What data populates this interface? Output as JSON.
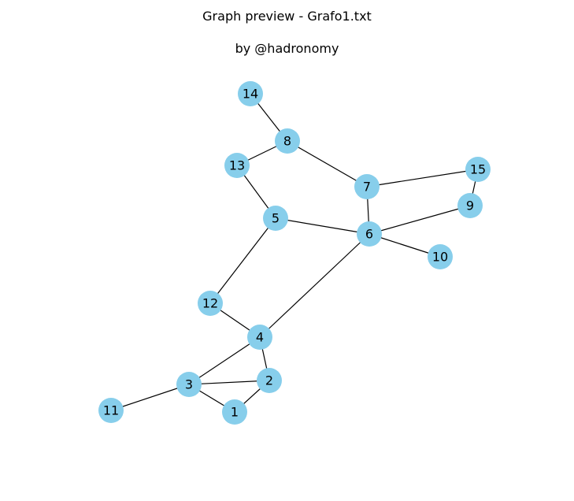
{
  "title": "Graph preview - Grafo1.txt",
  "subtitle": "by @hadronomy",
  "colors": {
    "node_fill": "#87CEEB",
    "edge": "#000000",
    "label": "#000000",
    "background": "#ffffff"
  },
  "nodes": [
    {
      "id": "1",
      "label": "1"
    },
    {
      "id": "2",
      "label": "2"
    },
    {
      "id": "3",
      "label": "3"
    },
    {
      "id": "4",
      "label": "4"
    },
    {
      "id": "5",
      "label": "5"
    },
    {
      "id": "6",
      "label": "6"
    },
    {
      "id": "7",
      "label": "7"
    },
    {
      "id": "8",
      "label": "8"
    },
    {
      "id": "9",
      "label": "9"
    },
    {
      "id": "10",
      "label": "10"
    },
    {
      "id": "11",
      "label": "11"
    },
    {
      "id": "12",
      "label": "12"
    },
    {
      "id": "13",
      "label": "13"
    },
    {
      "id": "14",
      "label": "14"
    },
    {
      "id": "15",
      "label": "15"
    }
  ],
  "edges": [
    [
      "14",
      "8"
    ],
    [
      "8",
      "13"
    ],
    [
      "8",
      "7"
    ],
    [
      "13",
      "5"
    ],
    [
      "7",
      "15"
    ],
    [
      "7",
      "6"
    ],
    [
      "15",
      "9"
    ],
    [
      "9",
      "6"
    ],
    [
      "5",
      "6"
    ],
    [
      "6",
      "10"
    ],
    [
      "6",
      "4"
    ],
    [
      "5",
      "12"
    ],
    [
      "12",
      "4"
    ],
    [
      "4",
      "3"
    ],
    [
      "4",
      "2"
    ],
    [
      "3",
      "2"
    ],
    [
      "3",
      "1"
    ],
    [
      "2",
      "1"
    ],
    [
      "3",
      "11"
    ]
  ]
}
